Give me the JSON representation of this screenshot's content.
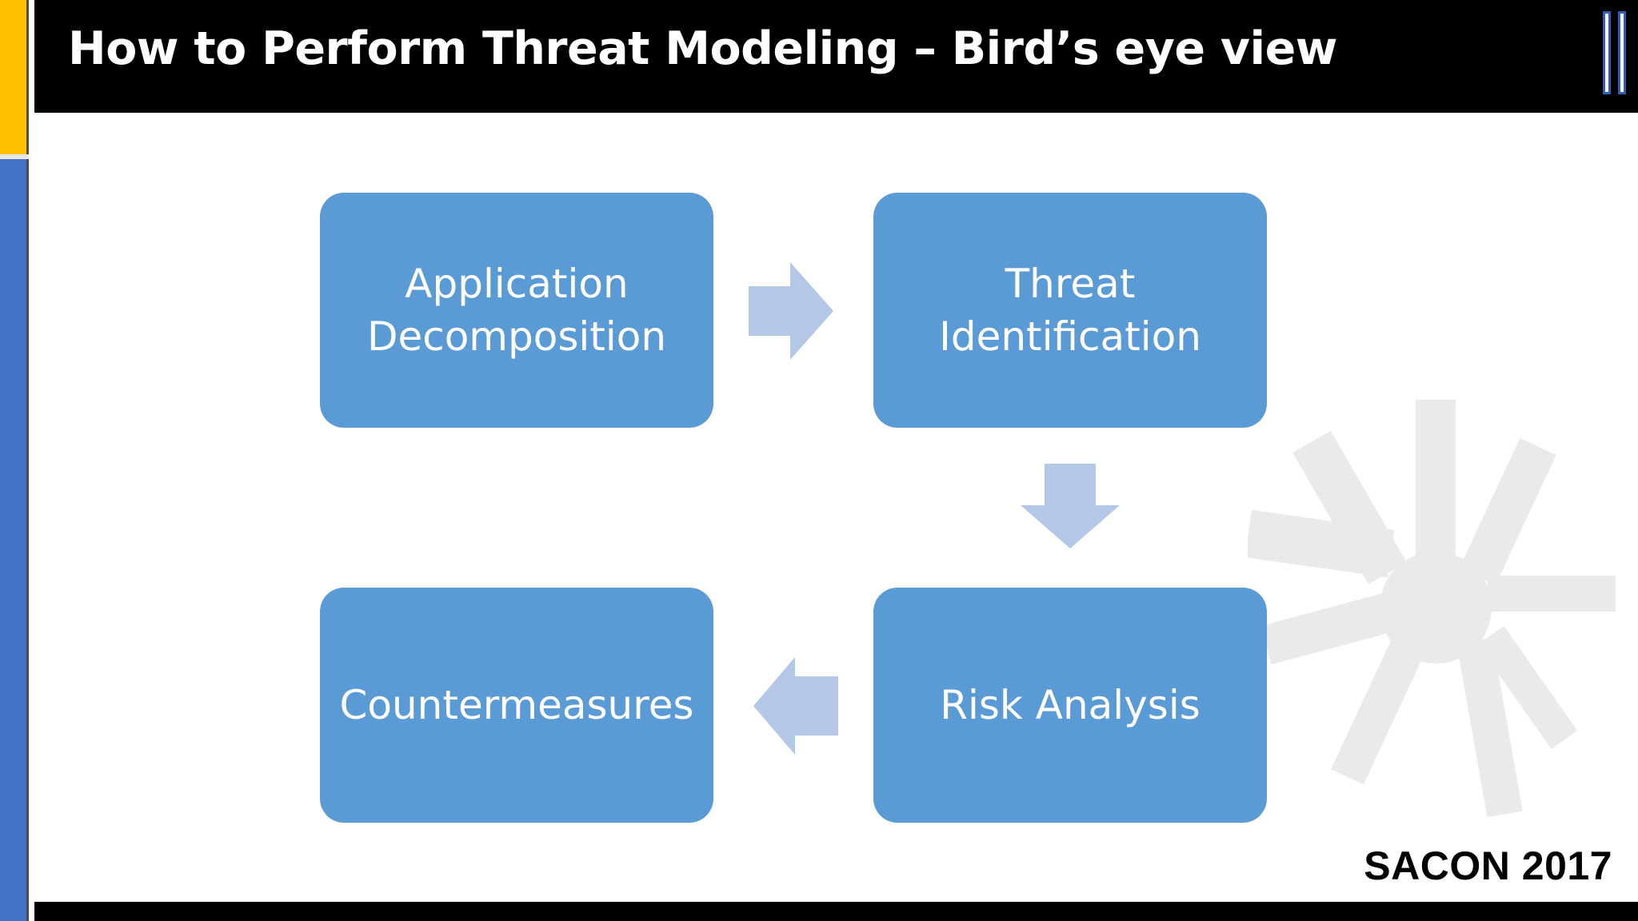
{
  "slide": {
    "title": "How to Perform Threat Modeling – Bird’s eye view",
    "brand": "SACON 2017"
  },
  "diagram": {
    "steps": [
      {
        "label": "Application\nDecomposition"
      },
      {
        "label": "Threat\nIdentification"
      },
      {
        "label": "Risk Analysis"
      },
      {
        "label": "Countermeasures"
      }
    ],
    "flow": [
      {
        "from": "Application\nDecomposition",
        "to": "Threat\nIdentification",
        "direction": "right"
      },
      {
        "from": "Threat\nIdentification",
        "to": "Risk Analysis",
        "direction": "down"
      },
      {
        "from": "Risk Analysis",
        "to": "Countermeasures",
        "direction": "left"
      }
    ],
    "colors": {
      "box": "#5b9bd5",
      "arrow": "#b4c7e7",
      "accent_yellow": "#ffc000",
      "accent_blue": "#4472c4"
    }
  }
}
